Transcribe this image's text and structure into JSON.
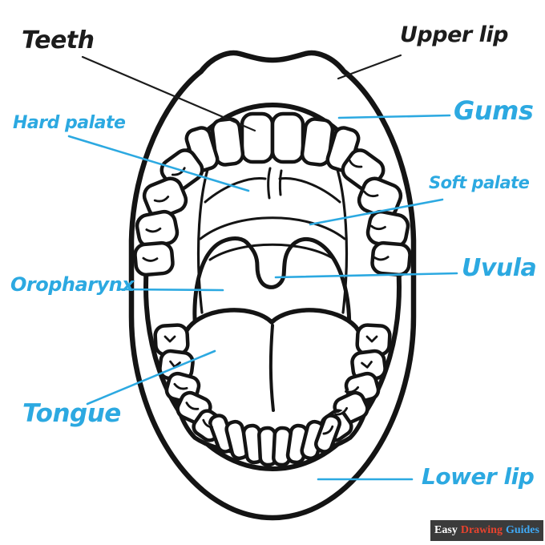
{
  "diagram": {
    "subject": "Open mouth anatomy diagram",
    "labels": {
      "teeth": "Teeth",
      "upper_lip": "Upper lip",
      "hard_palate": "Hard palate",
      "gums": "Gums",
      "soft_palate": "Soft palate",
      "oropharynx": "Oropharynx",
      "uvula": "Uvula",
      "tongue": "Tongue",
      "lower_lip": "Lower lip"
    },
    "colors": {
      "highlight_blue": "#2CA9E1",
      "ink_black": "#1c1c1c",
      "background": "#ffffff"
    }
  },
  "watermark": {
    "easy": "Easy",
    "drawing": "Drawing",
    "guides": "Guides",
    "colors": {
      "background": "#3B3B3B",
      "easy": "#FFFFFF",
      "drawing": "#E8432E",
      "guides": "#3FA9F5"
    }
  }
}
